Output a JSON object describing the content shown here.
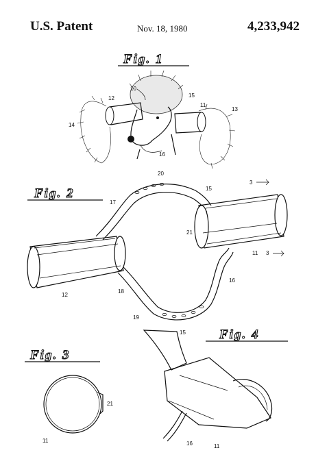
{
  "header": {
    "left": "U.S. Patent",
    "date": "Nov. 18, 1980",
    "number": "4,233,942"
  },
  "figures": {
    "fig1": "Fig. 1",
    "fig2": "Fig. 2",
    "fig3": "Fig. 3",
    "fig4": "Fig. 4"
  },
  "refs": {
    "r10": "10",
    "r11": "11",
    "r12": "12",
    "r13": "13",
    "r14": "14",
    "r15": "15",
    "r16": "16",
    "r17": "17",
    "r18": "18",
    "r19": "19",
    "r20": "20",
    "r21": "21",
    "r3": "3"
  }
}
